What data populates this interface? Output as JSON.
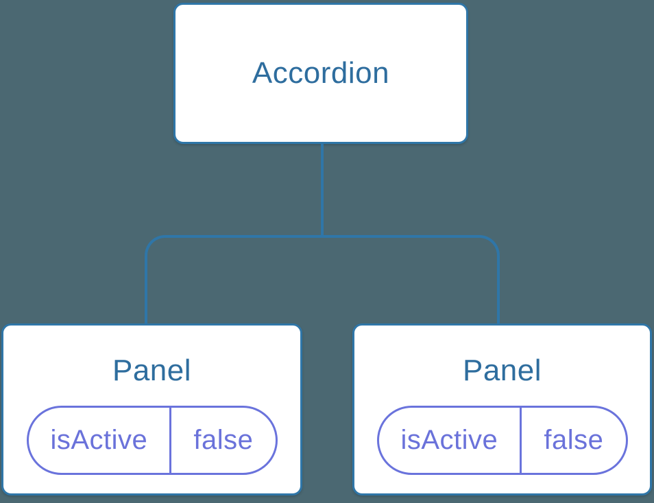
{
  "diagram": {
    "root_node": {
      "label": "Accordion"
    },
    "panel_nodes": [
      {
        "label": "Panel",
        "state_key": "isActive",
        "state_value": "false"
      },
      {
        "label": "Panel",
        "state_key": "isActive",
        "state_value": "false"
      }
    ],
    "colors": {
      "background": "#4b6872",
      "node_fill": "#ffffff",
      "node_border": "#2f76a8",
      "node_text": "#2e6d9e",
      "connector": "#2f76a8",
      "state_accent": "#6a73dc",
      "state_text": "#6a72da"
    }
  }
}
